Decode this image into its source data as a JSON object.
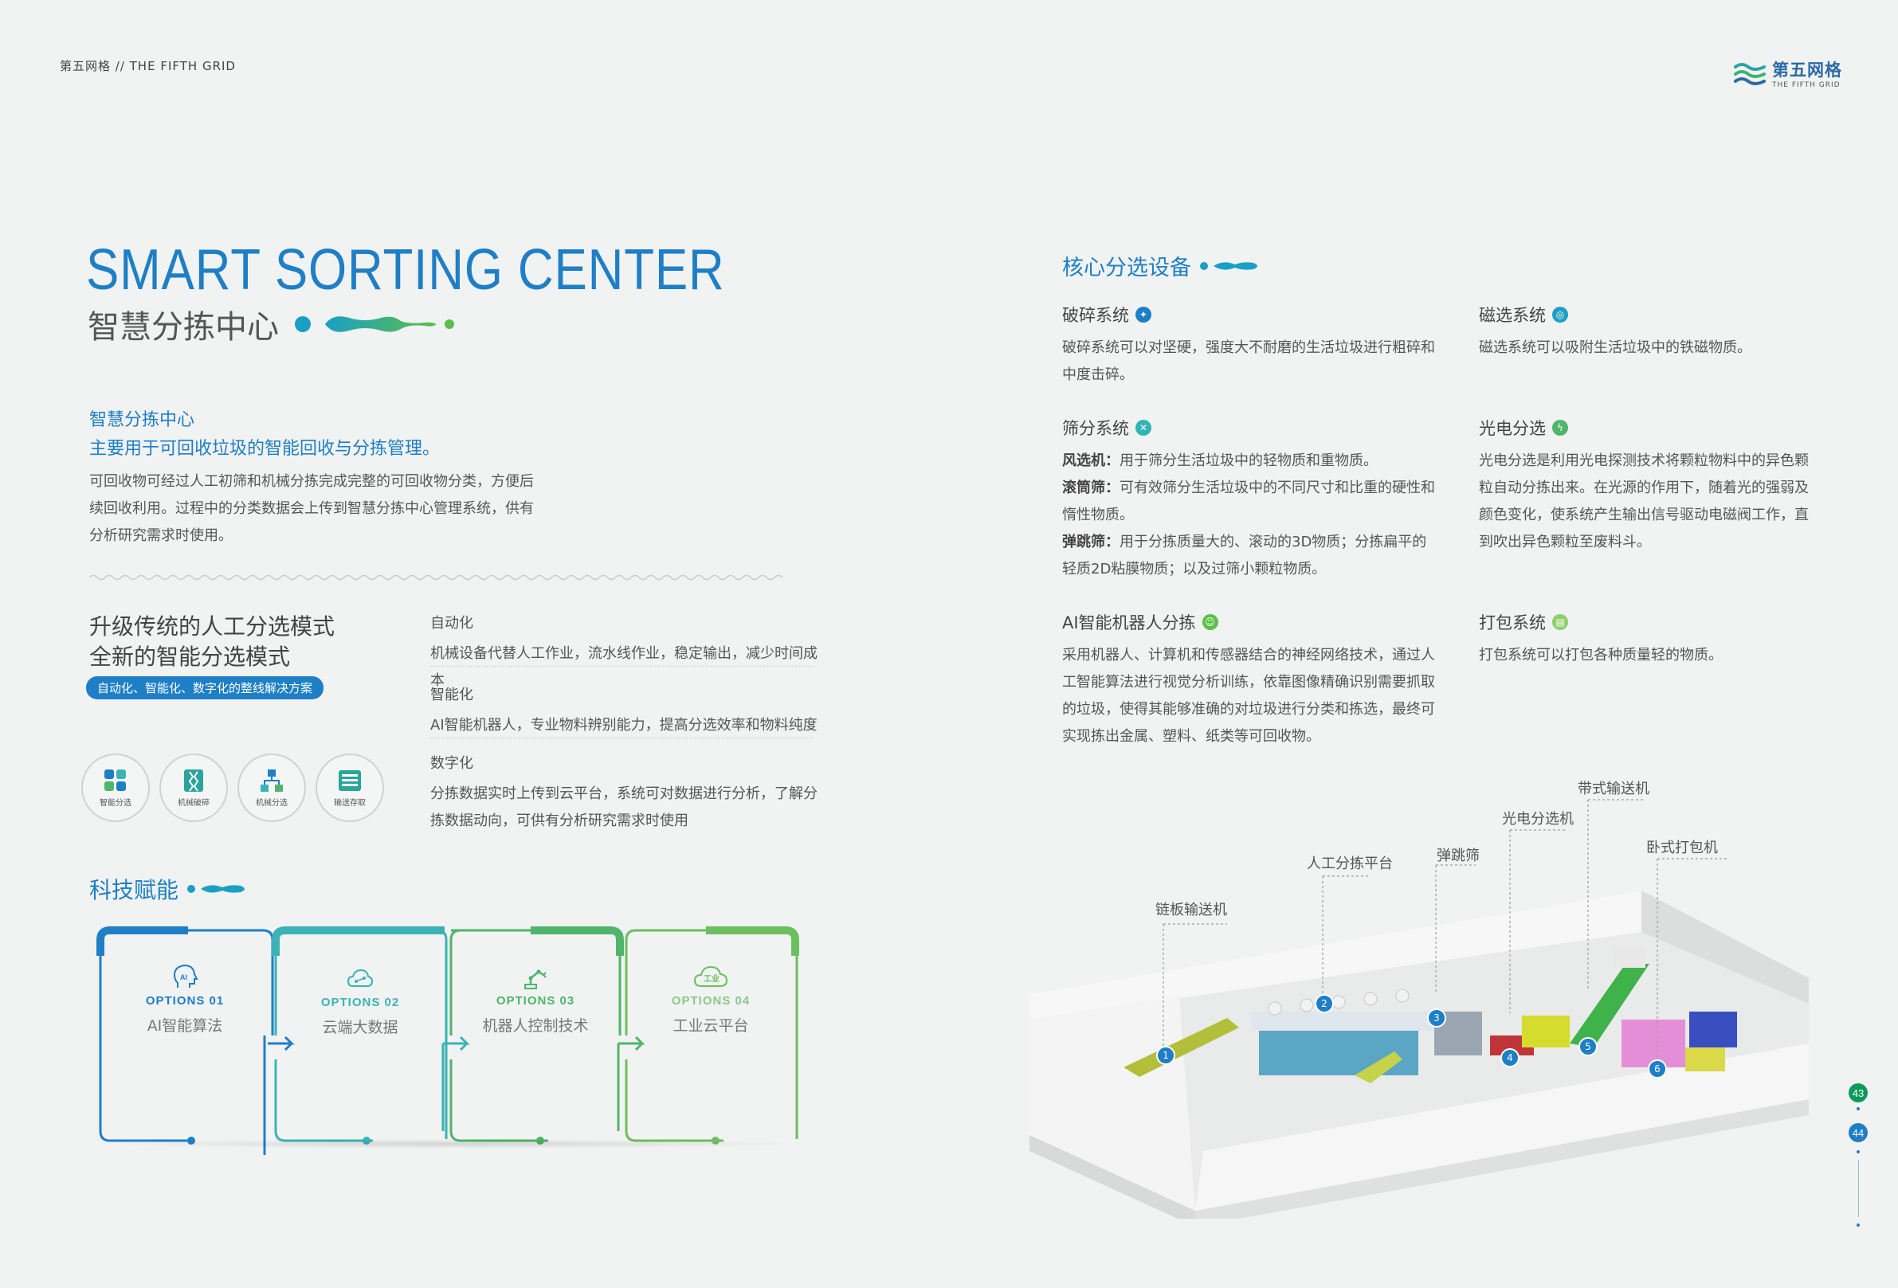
{
  "header": {
    "left_label": "第五网格 // THE FIFTH GRID",
    "logo_cn": "第五网格",
    "logo_en": "THE FIFTH GRID"
  },
  "hero": {
    "en_title": "SMART SORTING CENTER",
    "cn_title": "智慧分拣中心"
  },
  "intro": {
    "line1": "智慧分拣中心",
    "line2": "主要用于可回收垃圾的智能回收与分拣管理。",
    "desc": "可回收物可经过人工初筛和机械分拣完成完整的可回收物分类，方便后续回收利用。过程中的分类数据会上传到智慧分拣中心管理系统，供有分析研究需求时使用。"
  },
  "upgrade": {
    "line1": "升级传统的人工分选模式",
    "line2": "全新的智能分选模式",
    "pill": "自动化、智能化、数字化的整线解决方案",
    "icons": [
      {
        "label": "智能分选",
        "icon": "grid-icon"
      },
      {
        "label": "机械破碎",
        "icon": "crusher-icon"
      },
      {
        "label": "机械分选",
        "icon": "tree-icon"
      },
      {
        "label": "输送存取",
        "icon": "conveyor-icon"
      }
    ],
    "features": [
      {
        "title": "自动化",
        "text": "机械设备代替人工作业，流水线作业，稳定输出，减少时间成本"
      },
      {
        "title": "智能化",
        "text": "AI智能机器人，专业物料辨别能力，提高分选效率和物料纯度"
      },
      {
        "title": "数字化",
        "text": "分拣数据实时上传到云平台，系统可对数据进行分析，了解分拣数据动向，可供有分析研究需求时使用"
      }
    ]
  },
  "tech": {
    "title": "科技赋能",
    "cards": [
      {
        "option": "OPTIONS 01",
        "name": "AI智能算法",
        "color": "#1e7fc6"
      },
      {
        "option": "OPTIONS 02",
        "name": "云端大数据",
        "color": "#3bb3b6"
      },
      {
        "option": "OPTIONS 03",
        "name": "机器人控制技术",
        "color": "#4fb56a"
      },
      {
        "option": "OPTIONS 04",
        "name": "工业云平台",
        "color": "#6cbf5e"
      }
    ]
  },
  "core": {
    "title": "核心分选设备",
    "systems": [
      {
        "title": "破碎系统",
        "text": "破碎系统可以对坚硬，强度大不耐磨的生活垃圾进行粗碎和中度击碎。"
      },
      {
        "title": "磁选系统",
        "text": "磁选系统可以吸附生活垃圾中的铁磁物质。"
      },
      {
        "title": "筛分系统",
        "items": [
          {
            "k": "风选机：",
            "v": "用于筛分生活垃圾中的轻物质和重物质。"
          },
          {
            "k": "滚筒筛：",
            "v": "可有效筛分生活垃圾中的不同尺寸和比重的硬性和惰性物质。"
          },
          {
            "k": "弹跳筛：",
            "v": "用于分拣质量大的、滚动的3D物质；分拣扁平的轻质2D粘膜物质；以及过筛小颗粒物质。"
          }
        ]
      },
      {
        "title": "光电分选",
        "text": "光电分选是利用光电探测技术将颗粒物料中的异色颗粒自动分拣出来。在光源的作用下，随着光的强弱及颜色变化，使系统产生输出信号驱动电磁阀工作，直到吹出异色颗粒至废料斗。"
      },
      {
        "title": "AI智能机器人分拣",
        "text": "采用机器人、计算机和传感器结合的神经网络技术，通过人工智能算法进行视觉分析训练，依靠图像精确识别需要抓取的垃圾，使得其能够准确的对垃圾进行分类和拣选，最终可实现拣出金属、塑料、纸类等可回收物。"
      },
      {
        "title": "打包系统",
        "text": "打包系统可以打包各种质量轻的物质。"
      }
    ]
  },
  "diagram": {
    "labels": [
      "链板输送机",
      "人工分拣平台",
      "弹跳筛",
      "光电分选机",
      "带式输送机",
      "卧式打包机"
    ],
    "markers": [
      "1",
      "2",
      "3",
      "4",
      "5",
      "6"
    ]
  },
  "pages": [
    "43",
    "44"
  ]
}
